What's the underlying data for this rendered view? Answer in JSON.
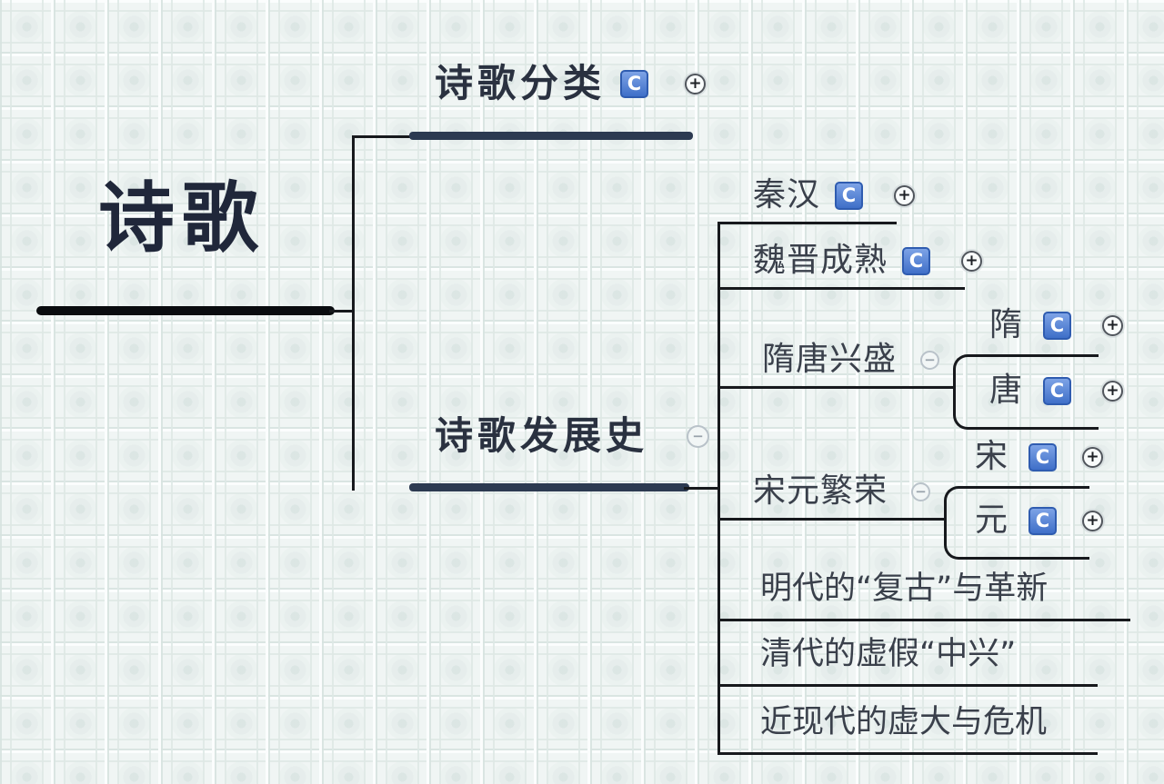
{
  "app": {
    "type": "mind-map",
    "background": "tiled-relief-wallpaper"
  },
  "icons": {
    "badge_label": "C",
    "expand_symbol": "+",
    "collapse_symbol": "−"
  },
  "colors": {
    "badge_blue": "#4a77cf",
    "badge_border": "#2f5cb0",
    "level1_bar": "#2c3a51",
    "connector_line": "#17191d",
    "text_dark": "#20273a",
    "background_tile": "#f0f5f4"
  },
  "tree": {
    "root": {
      "label": "诗歌"
    },
    "children": [
      {
        "label": "诗歌分类",
        "badge": "C",
        "expand": true
      },
      {
        "label": "诗歌发展史",
        "collapse": true,
        "children": [
          {
            "label": "秦汉",
            "badge": "C",
            "expand": true
          },
          {
            "label": "魏晋成熟",
            "badge": "C",
            "expand": true
          },
          {
            "label": "隋唐兴盛",
            "collapse": true,
            "children": [
              {
                "label": "隋",
                "badge": "C",
                "expand": true
              },
              {
                "label": "唐",
                "badge": "C",
                "expand": true
              }
            ]
          },
          {
            "label": "宋元繁荣",
            "collapse": true,
            "children": [
              {
                "label": "宋",
                "badge": "C",
                "expand": true
              },
              {
                "label": "元",
                "badge": "C",
                "expand": true
              }
            ]
          },
          {
            "label": "明代的“复古”与革新"
          },
          {
            "label": "清代的虚假“中兴”"
          },
          {
            "label": "近现代的虚大与危机"
          }
        ]
      }
    ]
  }
}
